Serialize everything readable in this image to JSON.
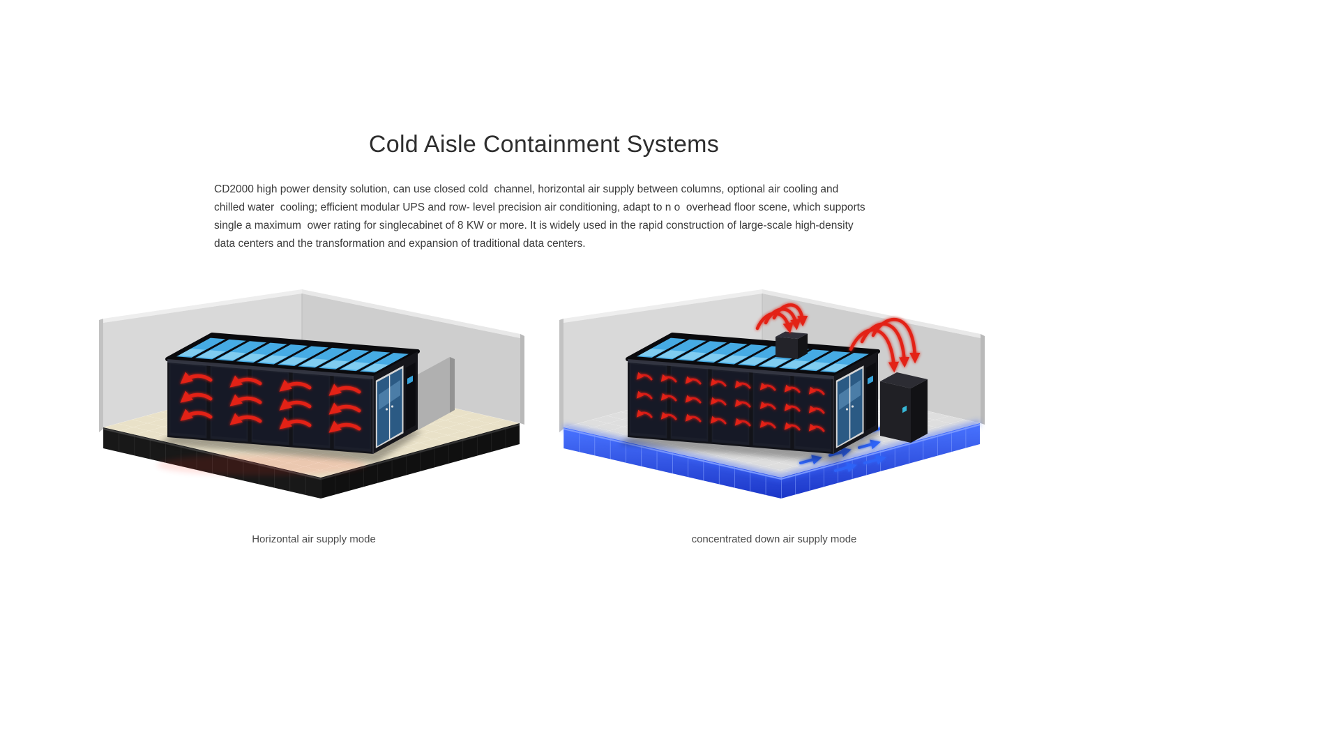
{
  "page": {
    "title": "Cold Aisle Containment Systems",
    "description": "CD2000 high power density solution, can use closed cold  channel, horizontal air supply between columns, optional air cooling and  chilled water  cooling; efficient modular UPS and row- level precision air conditioning, adapt to n o  overhead floor scene, which supports  single a maximum  ower rating for singlecabinet of 8 KW or more. It is widely used in the rapid construction of large-scale high-density data centers and the transformation and expansion of traditional data centers."
  },
  "figures": [
    {
      "caption": "Horizontal air supply mode",
      "illustration": "cold-aisle-room-horizontal-airflow"
    },
    {
      "caption": "concentrated down air supply mode",
      "illustration": "cold-aisle-room-down-airflow"
    }
  ],
  "colors": {
    "hot_air_red": "#e32017",
    "cold_supply_blue": "#2f63f7",
    "roof_panel_blue": "#46abe4",
    "floor_beige": "#e9e1c8",
    "floor_gray": "#dedede",
    "wall_gray": "#d9d9d9",
    "cabinet_black": "#16161b"
  }
}
